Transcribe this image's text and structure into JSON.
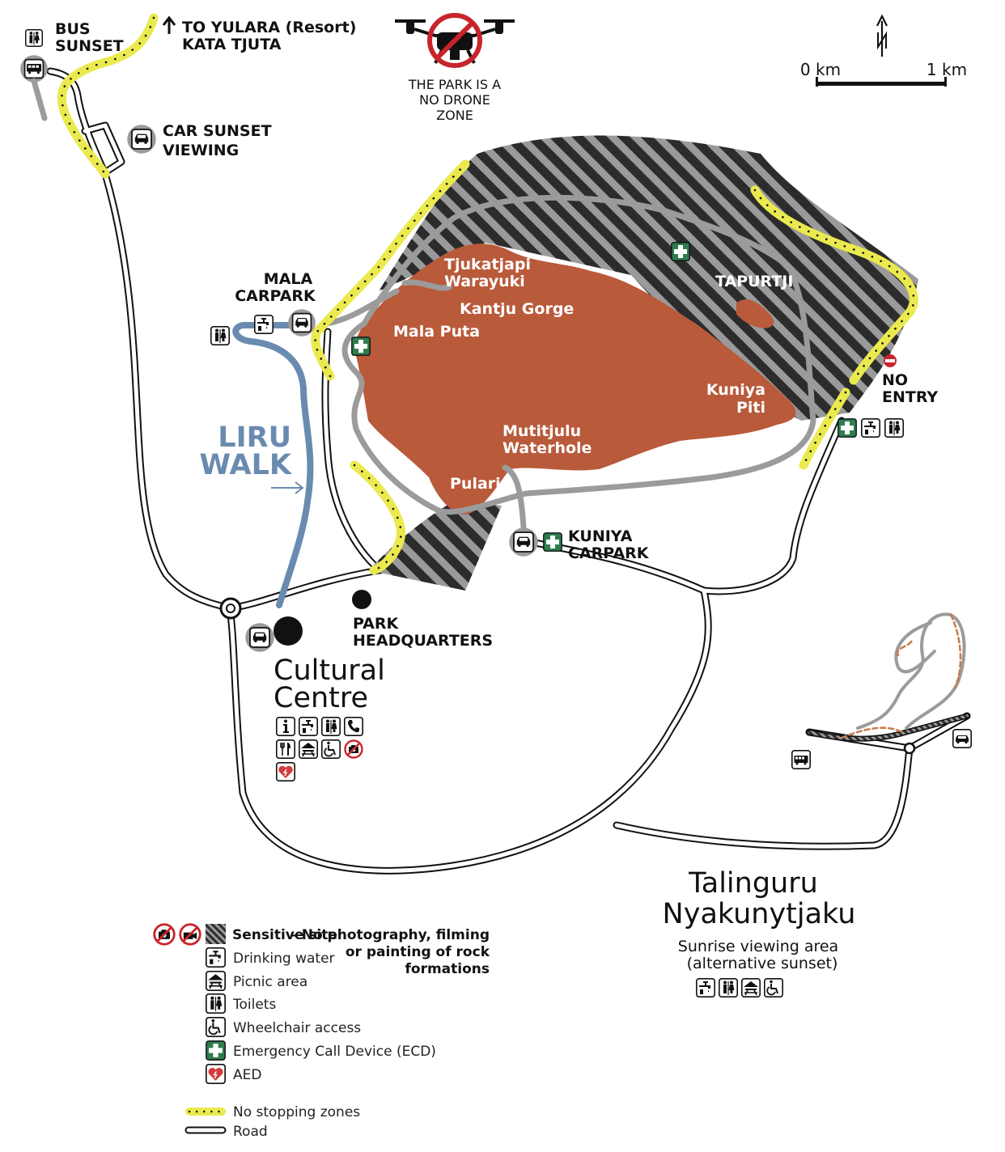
{
  "colors": {
    "rock": "#b95a3b",
    "hatch_dark": "#2c2c2c",
    "hatch_light": "#9a9a9a",
    "grey_road": "#9b9b9b",
    "no_stopping": "#eaea4e",
    "liru": "#6a8bb0",
    "ecd_green": "#2e7d4e",
    "no_entry_red": "#c8242b"
  },
  "icons": {
    "toilets": "toilets-icon",
    "drinking_water": "drinking-water-icon",
    "picnic": "picnic-table-icon",
    "wheelchair": "wheelchair-icon",
    "ecd": "emergency-call-device-icon",
    "aed": "aed-heart-icon",
    "car": "car-icon",
    "bus": "bus-icon",
    "info": "information-icon",
    "phone": "phone-icon",
    "food": "fork-knife-icon",
    "no_photo": "no-photography-icon",
    "no_drone": "no-drone-icon",
    "no_entry": "no-entry-icon",
    "north": "north-arrow-icon"
  },
  "top": {
    "bus_sunset": [
      "BUS",
      "SUNSET"
    ],
    "to_yulara": [
      "TO YULARA (Resort)",
      "KATA TJUTA"
    ],
    "car_sunset": [
      "CAR SUNSET",
      "VIEWING"
    ],
    "drone": [
      "THE PARK IS A",
      "NO DRONE",
      "ZONE"
    ]
  },
  "scale": {
    "start": "0 km",
    "end": "1 km"
  },
  "places": {
    "mala_carpark": [
      "MALA",
      "CARPARK"
    ],
    "liru_walk": [
      "LIRU",
      "WALK"
    ],
    "no_entry": [
      "NO",
      "ENTRY"
    ],
    "kuniya_carpark": [
      "KUNIYA",
      "CARPARK"
    ],
    "park_hq": [
      "PARK",
      "HEADQUARTERS"
    ],
    "cultural_centre": [
      "Cultural",
      "Centre"
    ],
    "talinguru": [
      "Talinguru",
      "Nyakunytjaku"
    ],
    "sunrise_area": [
      "Sunrise viewing area",
      "(alternative sunset)"
    ]
  },
  "rock_sites": {
    "tjukatjapi": [
      "Tjukatjapi",
      "Warayuki"
    ],
    "kantju": "Kantju Gorge",
    "mala_puta": "Mala Puta",
    "tapurtji": "TAPURTJI",
    "kuniya_piti": [
      "Kuniya",
      "Piti"
    ],
    "mutitjulu": [
      "Mutitjulu",
      "Waterhole"
    ],
    "pulari": "Pulari"
  },
  "legend": {
    "sensitive_title": "Sensitive site",
    "sensitive_desc": [
      "– No photography, filming",
      "or painting of rock",
      "formations"
    ],
    "items": [
      "Drinking water",
      "Picnic area",
      "Toilets",
      "Wheelchair access",
      "Emergency Call Device (ECD)",
      "AED"
    ],
    "no_stopping": "No stopping zones",
    "road": "Road"
  }
}
